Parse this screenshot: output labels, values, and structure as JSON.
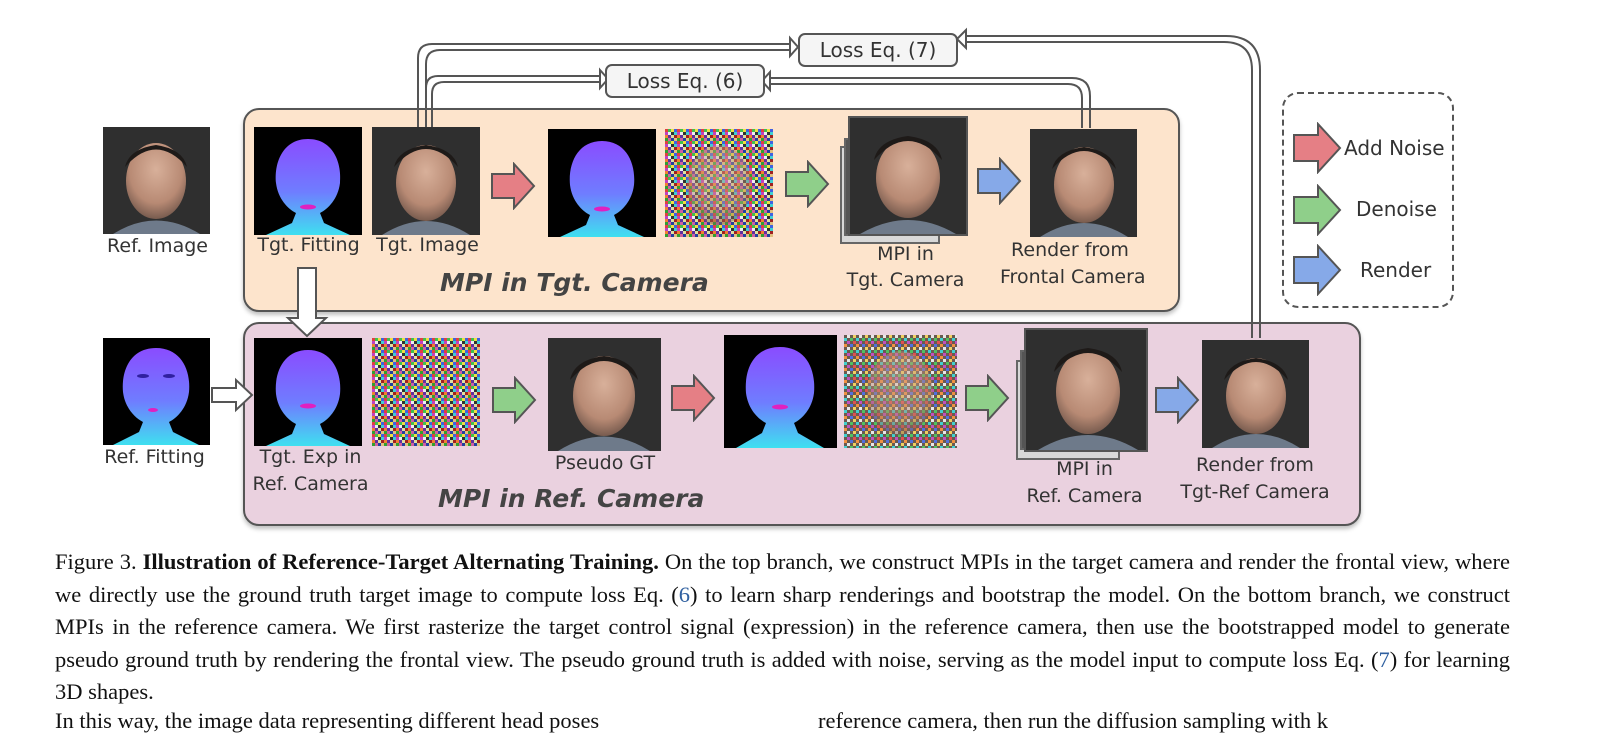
{
  "figure": {
    "top_branch_title": "MPI in Tgt. Camera",
    "bottom_branch_title": "MPI in Ref. Camera",
    "loss_top": "Loss Eq. (7)",
    "loss_mid": "Loss Eq. (6)",
    "labels": {
      "ref_image": "Ref. Image",
      "tgt_fitting": "Tgt. Fitting",
      "tgt_image": "Tgt. Image",
      "mpi_tgt_1": "MPI in",
      "mpi_tgt_2": "Tgt. Camera",
      "render_frontal_1": "Render from",
      "render_frontal_2": "Frontal Camera",
      "ref_fitting": "Ref. Fitting",
      "tgt_exp_1": "Tgt. Exp in",
      "tgt_exp_2": "Ref. Camera",
      "pseudo_gt": "Pseudo GT",
      "mpi_ref_1": "MPI in",
      "mpi_ref_2": "Ref. Camera",
      "render_tgtref_1": "Render from",
      "render_tgtref_2": "Tgt-Ref Camera"
    },
    "legend": [
      {
        "label": "Add Noise",
        "color": "#e57f85"
      },
      {
        "label": "Denoise",
        "color": "#8fcf8a"
      },
      {
        "label": "Render",
        "color": "#86a9e8"
      }
    ],
    "colors": {
      "top_panel": "#fde4cc",
      "bottom_panel": "#ead1df"
    }
  },
  "caption": {
    "prefix": "Figure 3. ",
    "bold": "Illustration of Reference-Target Alternating Training.",
    "text1": " On the top branch, we construct MPIs in the target camera and render the frontal view, where we directly use the ground truth target image to compute loss Eq. (",
    "ref1": "6",
    "text2": ") to learn sharp renderings and bootstrap the model. On the bottom branch, we construct MPIs in the reference camera. We first rasterize the target control signal (expression) in the reference camera, then use the bootstrapped model to generate pseudo ground truth by rendering the frontal view. The pseudo ground truth is added with noise, serving as the model input to compute loss Eq. (",
    "ref2": "7",
    "text3": ") for learning 3D shapes."
  },
  "body": {
    "left": "In this way, the image data representing different head poses",
    "right": "reference camera, then run the diffusion sampling with k"
  }
}
